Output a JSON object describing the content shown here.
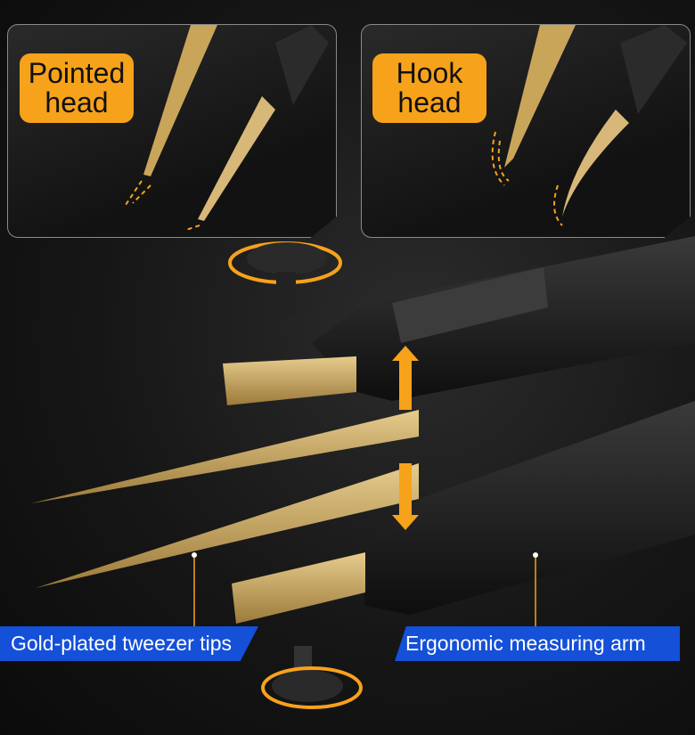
{
  "panels": [
    {
      "label": "Pointed head"
    },
    {
      "label": "Hook head"
    }
  ],
  "callouts": {
    "tips": "Gold-plated tweezer tips",
    "arm": "Ergonomic measuring arm"
  },
  "colors": {
    "orange": "#f7a21b",
    "blue": "#1450d8",
    "gold": "#c9a55a"
  }
}
